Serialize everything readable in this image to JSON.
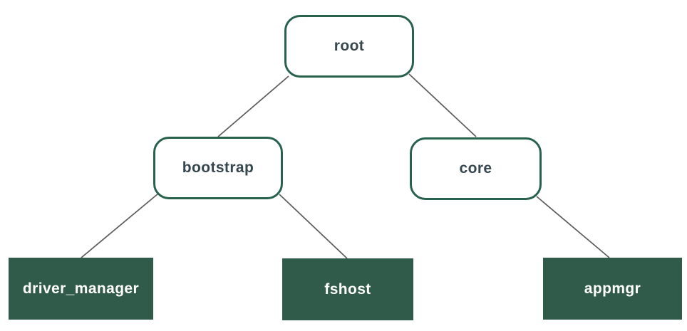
{
  "tree": {
    "nodes": [
      {
        "id": "root",
        "label": "root",
        "type": "branch",
        "parent": null
      },
      {
        "id": "bootstrap",
        "label": "bootstrap",
        "type": "branch",
        "parent": "root"
      },
      {
        "id": "core",
        "label": "core",
        "type": "branch",
        "parent": "root"
      },
      {
        "id": "driver_manager",
        "label": "driver_manager",
        "type": "leaf",
        "parent": "bootstrap"
      },
      {
        "id": "fshost",
        "label": "fshost",
        "type": "leaf",
        "parent": "bootstrap"
      },
      {
        "id": "appmgr",
        "label": "appmgr",
        "type": "leaf",
        "parent": "core"
      }
    ],
    "edges": [
      {
        "from": "root",
        "to": "bootstrap"
      },
      {
        "from": "root",
        "to": "core"
      },
      {
        "from": "bootstrap",
        "to": "driver_manager"
      },
      {
        "from": "bootstrap",
        "to": "fshost"
      },
      {
        "from": "core",
        "to": "appmgr"
      }
    ]
  },
  "colors": {
    "background": "#ffffff",
    "node_border": "#28614c",
    "leaf_fill": "#305a4a",
    "branch_text": "#37474f",
    "leaf_text": "#ffffff",
    "edge": "#5b5b5b"
  }
}
